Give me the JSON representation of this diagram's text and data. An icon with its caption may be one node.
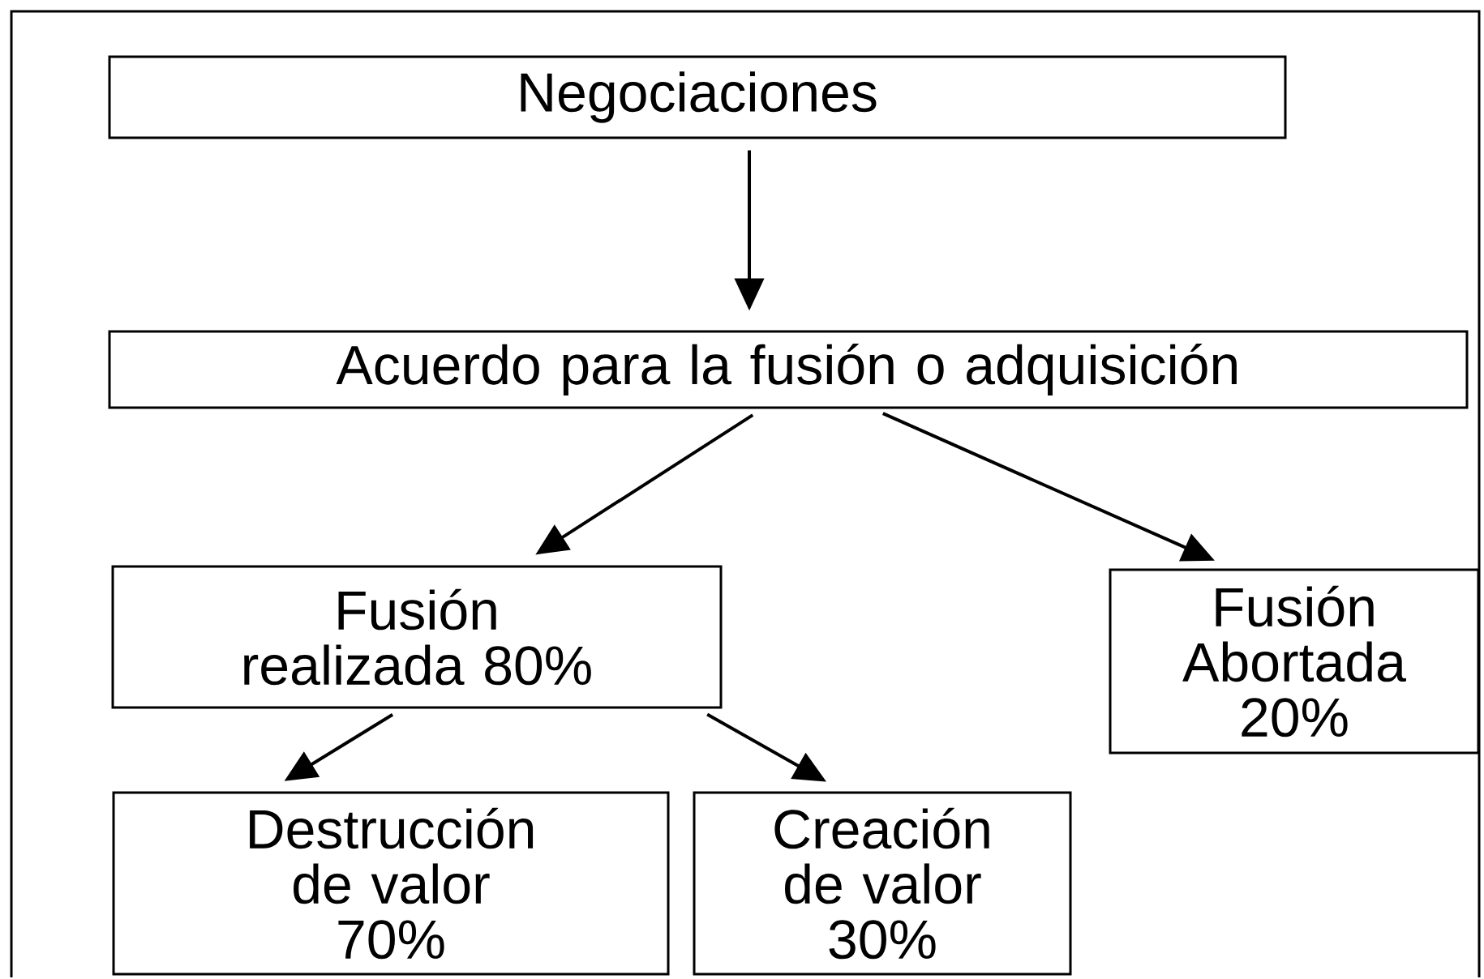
{
  "diagram": {
    "nodes": [
      {
        "text": [
          "Negociaciones"
        ]
      },
      {
        "text": [
          "Acuerdo para la fusión o adquisición"
        ]
      },
      {
        "text": [
          "Fusión realizada 80%"
        ]
      },
      {
        "text": [
          "Fusión Abortada 20%"
        ]
      },
      {
        "text": [
          "Destrucción de valor 70%"
        ]
      },
      {
        "text": [
          "Creación de valor 30%"
        ]
      }
    ],
    "edges": [
      {
        "from": 0,
        "to": 1,
        "arrow": "to"
      },
      {
        "from": 1,
        "to": 2,
        "arrow": "to"
      },
      {
        "from": 1,
        "to": 3,
        "arrow": "to"
      },
      {
        "from": 2,
        "to": 4,
        "arrow": "to"
      },
      {
        "from": 2,
        "to": 5,
        "arrow": "to"
      }
    ]
  }
}
